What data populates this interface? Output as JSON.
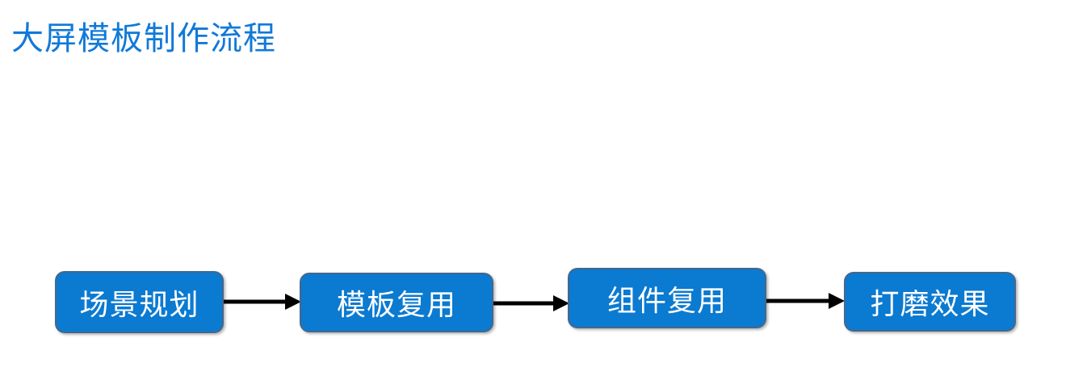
{
  "slide": {
    "background_color": "#ffffff"
  },
  "title": {
    "text": "大屏模板制作流程",
    "color": "#1179d8"
  },
  "flowchart": {
    "box_fill_color": "#0b7ad1",
    "box_border_color": "#44678c",
    "box_text_color": "#ffffff",
    "arrow_color": "#000000",
    "steps": [
      {
        "label": "场景规划"
      },
      {
        "label": "模板复用"
      },
      {
        "label": "组件复用"
      },
      {
        "label": "打磨效果"
      }
    ]
  }
}
